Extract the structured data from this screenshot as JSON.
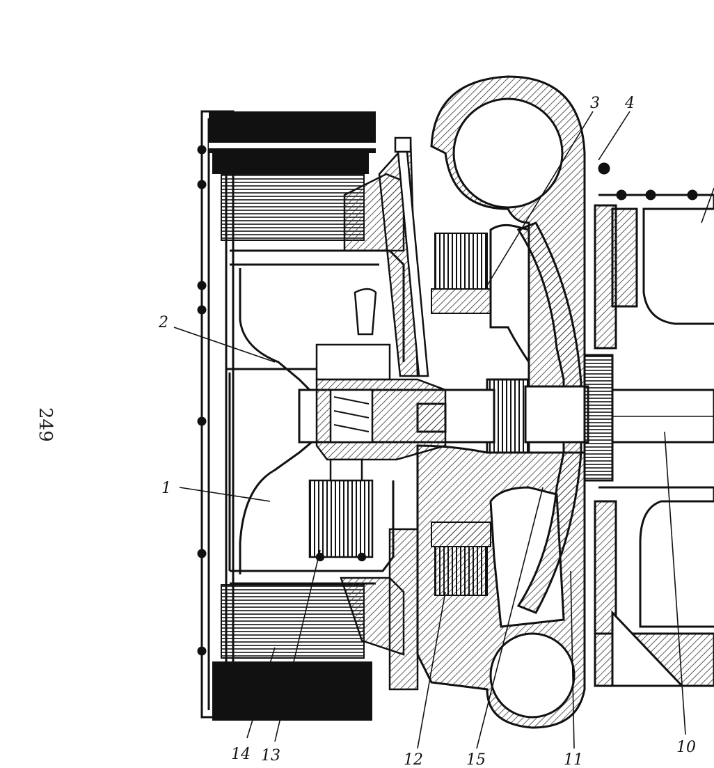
{
  "page_number": "249",
  "callouts": [
    "1",
    "2",
    "3",
    "4",
    "10",
    "11",
    "12",
    "13",
    "14",
    "15"
  ],
  "colors": {
    "ink": "#111111",
    "paper": "#ffffff",
    "hatch": "#444444"
  }
}
